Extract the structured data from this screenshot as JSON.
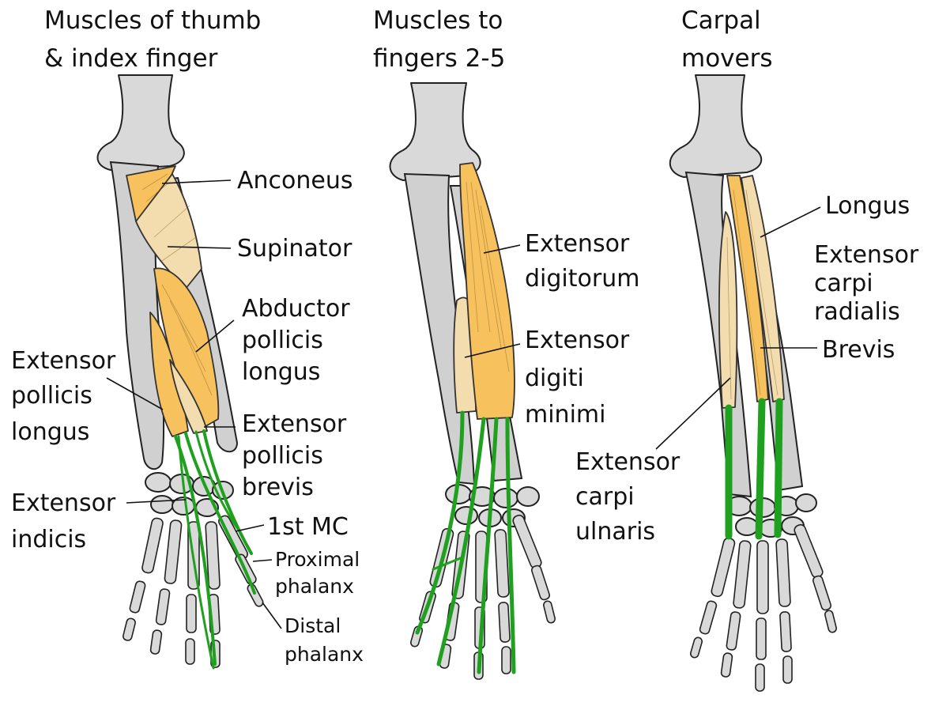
{
  "panels": [
    {
      "title": [
        "Muscles of thumb",
        "& index finger"
      ],
      "labels": {
        "anconeus": "Anconeus",
        "supinator": "Supinator",
        "abductor": [
          "Abductor",
          "pollicis",
          "longus"
        ],
        "epl": [
          "Extensor",
          "pollicis",
          "longus"
        ],
        "epb": [
          "Extensor",
          "pollicis",
          "brevis"
        ],
        "indicis": [
          "Extensor",
          "indicis"
        ],
        "first_mc": "1st MC",
        "proximal": [
          "Proximal",
          "phalanx"
        ],
        "distal": [
          "Distal",
          "phalanx"
        ]
      }
    },
    {
      "title": [
        "Muscles to",
        "fingers 2-5"
      ],
      "labels": {
        "digitorum": [
          "Extensor",
          "digitorum"
        ],
        "digiti": [
          "Extensor",
          "digiti",
          "minimi"
        ]
      }
    },
    {
      "title": [
        "Carpal",
        "movers"
      ],
      "labels": {
        "longus": "Longus",
        "ecr": [
          "Extensor",
          "carpi",
          "radialis"
        ],
        "brevis": "Brevis",
        "ecu": [
          "Extensor",
          "carpi",
          "ulnaris"
        ]
      }
    }
  ],
  "colors": {
    "bone": "#d9d9d9",
    "muscle_orange": "#f7c25e",
    "muscle_tan": "#f3dcae",
    "tendon_green": "#1fa01f",
    "outline": "#222222"
  }
}
